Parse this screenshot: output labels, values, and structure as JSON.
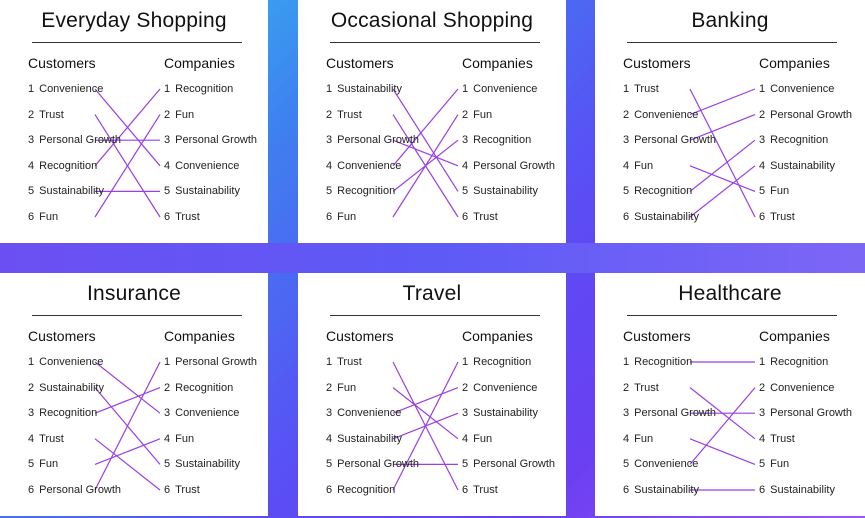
{
  "colors": {
    "line": "#9a3fe0",
    "background_start": "#2fd3f0",
    "background_end": "#9b55f5"
  },
  "panels": [
    {
      "title": "Everyday Shopping",
      "customers_label": "Customers",
      "companies_label": "Companies",
      "customers": [
        "Convenience",
        "Trust",
        "Personal Growth",
        "Recognition",
        "Sustainability",
        "Fun"
      ],
      "companies": [
        "Recognition",
        "Fun",
        "Personal Growth",
        "Convenience",
        "Sustainability",
        "Trust"
      ]
    },
    {
      "title": "Occasional Shopping",
      "customers_label": "Customers",
      "companies_label": "Companies",
      "customers": [
        "Sustainability",
        "Trust",
        "Personal Growth",
        "Convenience",
        "Recognition",
        "Fun"
      ],
      "companies": [
        "Convenience",
        "Fun",
        "Recognition",
        "Personal Growth",
        "Sustainability",
        "Trust"
      ]
    },
    {
      "title": "Banking",
      "customers_label": "Customers",
      "companies_label": "Companies",
      "customers": [
        "Trust",
        "Convenience",
        "Personal Growth",
        "Fun",
        "Recognition",
        "Sustainability"
      ],
      "companies": [
        "Convenience",
        "Personal Growth",
        "Recognition",
        "Sustainability",
        "Fun",
        "Trust"
      ]
    },
    {
      "title": "Insurance",
      "customers_label": "Customers",
      "companies_label": "Companies",
      "customers": [
        "Convenience",
        "Sustainability",
        "Recognition",
        "Trust",
        "Fun",
        "Personal Growth"
      ],
      "companies": [
        "Personal Growth",
        "Recognition",
        "Convenience",
        "Fun",
        "Sustainability",
        "Trust"
      ]
    },
    {
      "title": "Travel",
      "customers_label": "Customers",
      "companies_label": "Companies",
      "customers": [
        "Trust",
        "Fun",
        "Convenience",
        "Sustainability",
        "Personal Growth",
        "Recognition"
      ],
      "companies": [
        "Recognition",
        "Convenience",
        "Sustainability",
        "Fun",
        "Personal Growth",
        "Trust"
      ]
    },
    {
      "title": "Healthcare",
      "customers_label": "Customers",
      "companies_label": "Companies",
      "customers": [
        "Recognition",
        "Trust",
        "Personal Growth",
        "Fun",
        "Convenience",
        "Sustainability"
      ],
      "companies": [
        "Recognition",
        "Convenience",
        "Personal Growth",
        "Trust",
        "Fun",
        "Sustainability"
      ]
    }
  ]
}
